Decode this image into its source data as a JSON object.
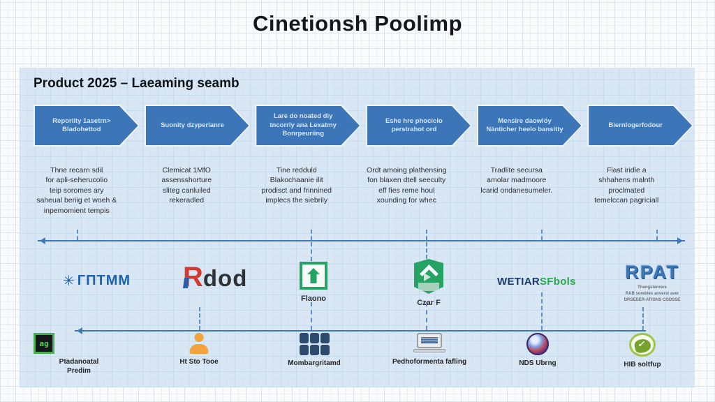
{
  "title": "Cinetionsh Poolimp",
  "heading": "Product 2025 – Laeaming seamb",
  "stages": [
    {
      "label": "Reporiity 1asetrn>\nBladohettod",
      "desc": "Thne recarn sdil\nfor apli-seherucolio\nteip soromes ary\nsaheual beriig et woeh &\ninpemomient tempis"
    },
    {
      "label": "Suonity dzyperlanre",
      "desc": "Clemicat 1MfO\nassensshorture\nsliteg canluiled\nrekeradled"
    },
    {
      "label": "Lare do noated diy\ntncorrly ana Lexatmy\nBonrpeuriing",
      "desc": "Tine redduld\nBlakochaanie ilit\nprodisct and frinnined\nimplecs the siebrily"
    },
    {
      "label": "Eshe hre phociclo\nperstrahot ord",
      "desc": "Ordt amoing plathensing\nfon blaxen dtell seeculty\neff fies reme houl\nxounding for whec"
    },
    {
      "label": "Mensire daowlöy\nNänticher heelo bansitty",
      "desc": "Tradlite secursa\namolar madmoore\nlcarid ondanesumeler."
    },
    {
      "label": "Biernlogerfodour",
      "desc": "Flast iridle a\nshhahens malnth\nproclmated\ntemelccan pagriciall"
    }
  ],
  "logos": {
    "gptmm": {
      "icon_glyph": "✳",
      "icon_name": "snowflake-icon",
      "text": "ГПТММ"
    },
    "rdod": {
      "initial": "R",
      "rest": "dod"
    },
    "flaono": {
      "icon_name": "up-arrow-square-icon",
      "caption": "Flaono"
    },
    "czarf": {
      "icon_name": "green-shield-icon",
      "caption": "Czar F"
    },
    "wetiar": {
      "part1": "WETIAR",
      "part2": "SFbols"
    },
    "rpat": {
      "text": "RPAT",
      "sub": "Thangstanrere\nRAB sorebles anverst aver\nDRSEDER-ATIONS CODSSE"
    }
  },
  "tools": [
    {
      "label": "Ptadanoatal\nPredim",
      "icon_name": "terminal-icon",
      "glyph": "ag"
    },
    {
      "label": "Ht Sto Tooe",
      "icon_name": "person-icon"
    },
    {
      "label": "Mombargritamd",
      "icon_name": "grid-blocks-icon"
    },
    {
      "label": "Pedhoformenta fafling",
      "icon_name": "laptop-icon"
    },
    {
      "label": "NDS Ubrng",
      "icon_name": "globe-orb-icon"
    },
    {
      "label": "HIB soltfup",
      "icon_name": "leaf-check-icon",
      "check": "✓"
    }
  ],
  "colors": {
    "arrow_blue": "#3d76b8",
    "timeline_blue": "#3f79b5",
    "panel_bg": "#d9e7f4",
    "green": "#27a265",
    "red": "#d63a2f",
    "orange": "#f2a33c",
    "navy": "#1e62ae"
  }
}
